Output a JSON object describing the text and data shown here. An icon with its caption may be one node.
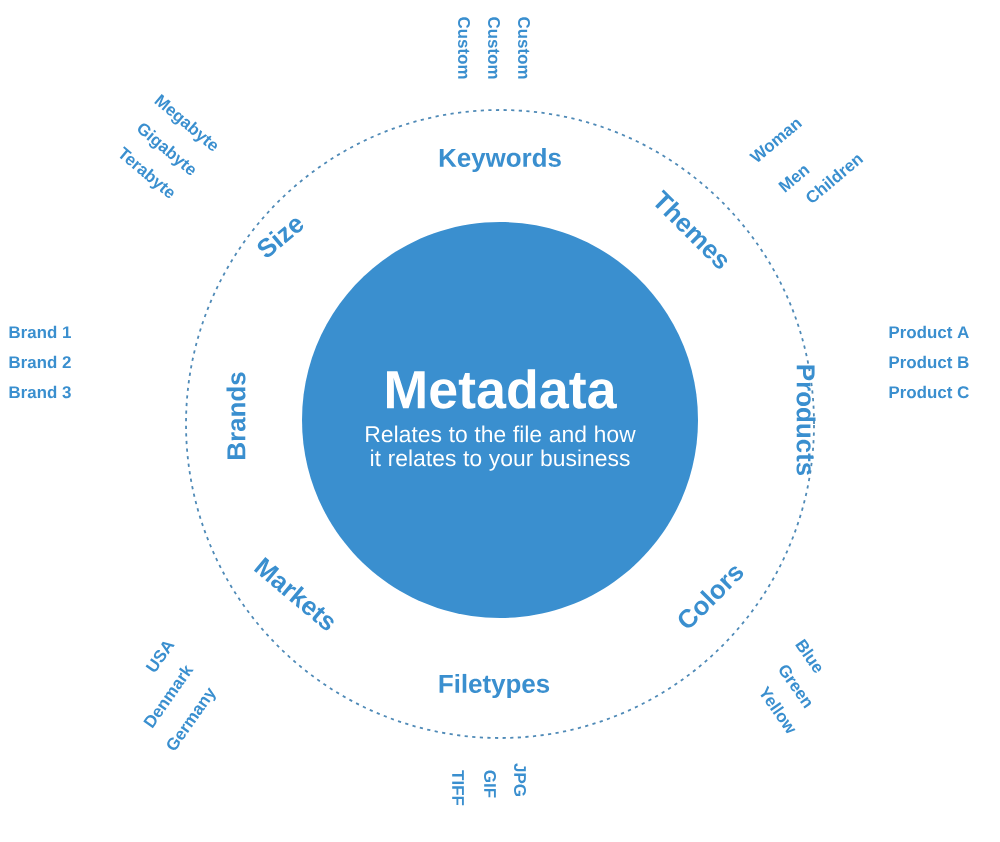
{
  "diagram": {
    "nodes": [
      {
        "text": [
          "Metadata",
          "Relates to the file and how it relates to your business"
        ]
      }
    ],
    "labels": [
      "Custom",
      "Custom",
      "Custom",
      "Keywords",
      "Megabyte",
      "Gigabyte",
      "Terabyte",
      "Size",
      "Woman",
      "Men",
      "Children",
      "Themes",
      "Brand 1",
      "Brand 2",
      "Brand 3",
      "Brands",
      "Products",
      "Product A",
      "Product B",
      "Product C",
      "Markets",
      "Colors",
      "USA",
      "Denmark",
      "Germany",
      "Blue",
      "Green",
      "Yellow",
      "Filetypes",
      "JPG",
      "GIF",
      "TIFF"
    ]
  }
}
